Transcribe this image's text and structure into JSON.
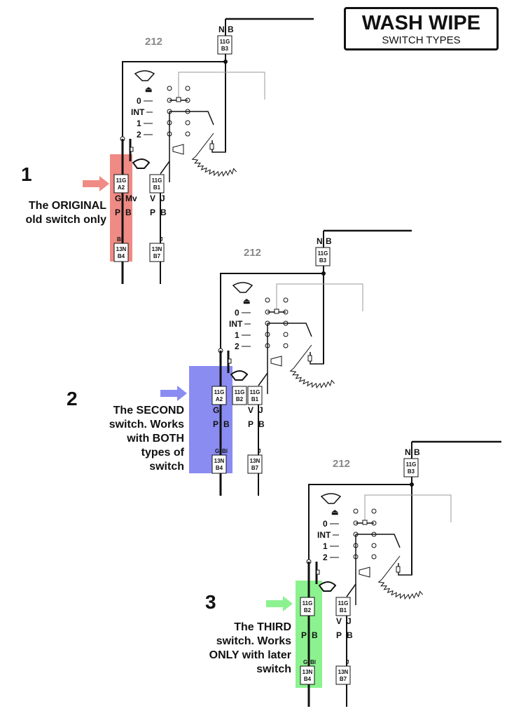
{
  "title": {
    "main": "WASH WIPE",
    "sub": "SWITCH TYPES"
  },
  "colors": {
    "original": "#f08a84",
    "second": "#8a8cf2",
    "third": "#8cf28f",
    "wire": "#111111",
    "thin_wire": "#999999",
    "label_grey": "#888888"
  },
  "switch_positions": [
    "⏏",
    "0",
    "INT",
    "1",
    "2"
  ],
  "switch_type_label": "212",
  "panels": [
    {
      "id": "1",
      "number": "1",
      "highlight": "original",
      "description": [
        "The ORIGINAL",
        "old switch only"
      ],
      "top_block": [
        "11G",
        "B3"
      ],
      "top_letters": [
        "N",
        "B"
      ],
      "boxes": {
        "left": [
          "11G",
          "A2"
        ],
        "mid": [
          "11G",
          "B1"
        ],
        "bot_left": [
          "13N",
          "B4"
        ],
        "bot_right": [
          "13N",
          "B7"
        ]
      },
      "wire_colors_top": {
        "left": [
          "G",
          "Mv"
        ],
        "mid": [
          "V",
          "J"
        ]
      },
      "wire_colors_mid": {
        "left": [
          "P",
          "B"
        ],
        "mid": [
          "P",
          "B"
        ]
      },
      "wire_colors_bottom": {
        "left": [
          "Bl"
        ],
        "mid": [
          "J"
        ]
      }
    },
    {
      "id": "2",
      "number": "2",
      "highlight": "second",
      "description": [
        "The SECOND",
        "switch. Works",
        "with BOTH",
        "types of",
        "switch"
      ],
      "top_block": [
        "11G",
        "B3"
      ],
      "top_letters": [
        "N",
        "B"
      ],
      "boxes": {
        "left": [
          "11G",
          "A2"
        ],
        "left2": [
          "11G",
          "B2"
        ],
        "mid": [
          "11G",
          "B1"
        ],
        "bot_left": [
          "13N",
          "B4"
        ],
        "bot_right": [
          "13N",
          "B7"
        ]
      },
      "wire_colors_top": {
        "left": [
          "G"
        ],
        "mid": [
          "V",
          "J"
        ]
      },
      "wire_colors_mid": {
        "left": [
          "P",
          "B"
        ],
        "mid": [
          "P",
          "B"
        ]
      },
      "wire_colors_bottom": {
        "left": [
          "G",
          "Bl"
        ],
        "mid": [
          "J"
        ]
      }
    },
    {
      "id": "3",
      "number": "3",
      "highlight": "third",
      "description": [
        "The THIRD",
        "switch. Works",
        "ONLY with later",
        "switch"
      ],
      "top_block": [
        "11G",
        "B3"
      ],
      "top_letters": [
        "N",
        "B"
      ],
      "boxes": {
        "left": [
          "11G",
          "B2"
        ],
        "mid": [
          "11G",
          "B1"
        ],
        "bot_left": [
          "13N",
          "B4"
        ],
        "bot_right": [
          "13N",
          "B7"
        ]
      },
      "wire_colors_top": {
        "left": [],
        "mid": [
          "V",
          "J"
        ]
      },
      "wire_colors_mid": {
        "left": [
          "P",
          "B"
        ],
        "mid": [
          "P",
          "B"
        ]
      },
      "wire_colors_bottom": {
        "left": [
          "G",
          "Bl"
        ],
        "mid": [
          "J"
        ]
      }
    }
  ]
}
